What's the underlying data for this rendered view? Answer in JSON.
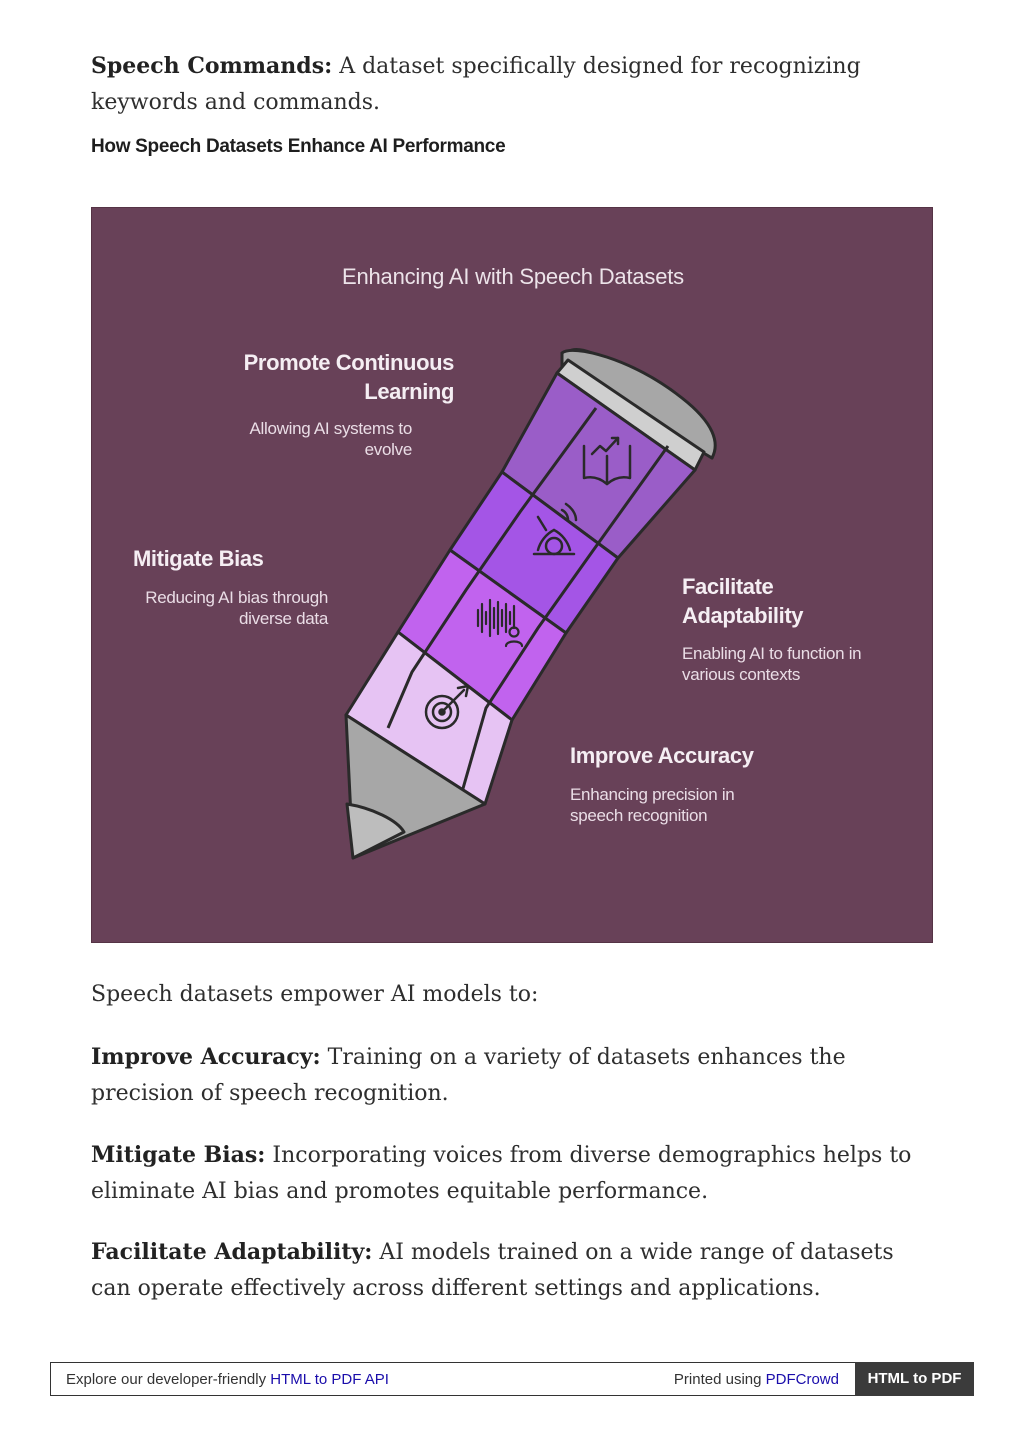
{
  "intro": {
    "term": "Speech Commands:",
    "text": " A dataset specifically designed for recognizing keywords and commands."
  },
  "section_heading": "How Speech Datasets Enhance AI Performance",
  "figure": {
    "title": "Enhancing AI with Speech Datasets",
    "labels": {
      "continuous_learning": {
        "title_line1": "Promote Continuous",
        "title_line2": "Learning",
        "sub_line1": "Allowing AI systems to",
        "sub_line2": "evolve",
        "icon": "book-growth-icon"
      },
      "mitigate_bias": {
        "title": "Mitigate Bias",
        "sub_line1": "Reducing AI bias through",
        "sub_line2": "diverse data",
        "icon": "balance-robot-icon"
      },
      "adaptability": {
        "title_line1": "Facilitate",
        "title_line2": "Adaptability",
        "sub_line1": "Enabling AI to function in",
        "sub_line2": "various contexts",
        "icon": "voice-wave-person-icon"
      },
      "accuracy": {
        "title": "Improve Accuracy",
        "sub_line1": "Enhancing precision in",
        "sub_line2": "speech recognition",
        "icon": "target-arrow-icon"
      }
    },
    "colors": {
      "background": "#684158",
      "band_1": "#9a5dc8",
      "band_2": "#a455e6",
      "band_3": "#c163ee",
      "band_4": "#e6c3f3",
      "pencil_gray": "#a7a7a7"
    }
  },
  "body": {
    "lead": "Speech datasets empower AI models to:",
    "items": [
      {
        "term": "Improve Accuracy:",
        "text": " Training on a variety of datasets enhances the precision of speech recognition."
      },
      {
        "term": "Mitigate Bias:",
        "text": " Incorporating voices from diverse demographics helps to eliminate AI bias and promotes equitable performance."
      },
      {
        "term": "Facilitate Adaptability:",
        "text": " AI models trained on a wide range of datasets can operate effectively across different settings and applications."
      }
    ]
  },
  "footer": {
    "explore_text": "Explore our developer-friendly ",
    "explore_link": "HTML to PDF API",
    "printed_text": "Printed using ",
    "printed_link": "PDFCrowd",
    "button": "HTML to PDF"
  }
}
